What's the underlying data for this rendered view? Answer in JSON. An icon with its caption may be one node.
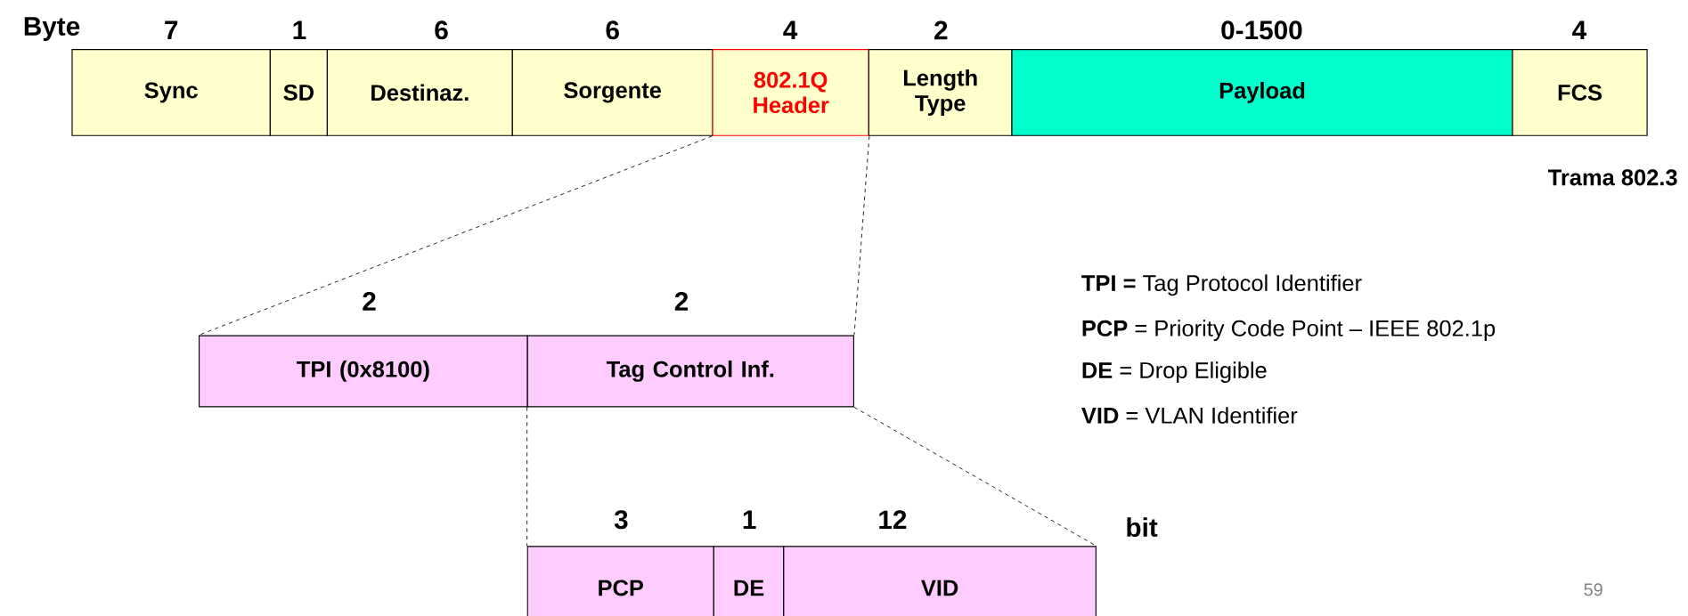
{
  "diagram": {
    "nodes": [
      {
        "text": [
          "Sync"
        ]
      },
      {
        "text": [
          "SD"
        ]
      },
      {
        "text": [
          "Destinaz."
        ]
      },
      {
        "text": [
          "Sorgente"
        ]
      },
      {
        "text": [
          "802.1Q Header"
        ]
      },
      {
        "text": [
          "Length Type"
        ]
      },
      {
        "text": [
          "Payload"
        ]
      },
      {
        "text": [
          "FCS"
        ]
      },
      {
        "text": [
          "TPI (0x8100)"
        ]
      },
      {
        "text": [
          "Tag Control Inf."
        ]
      },
      {
        "text": [
          "PCP"
        ]
      },
      {
        "text": [
          "DE"
        ]
      },
      {
        "text": [
          "VID"
        ]
      }
    ],
    "edges": [
      {
        "from": 4,
        "to": 8,
        "arrow": "none",
        "style": "dashed"
      },
      {
        "from": 4,
        "to": 9,
        "arrow": "none",
        "style": "dashed"
      },
      {
        "from": 9,
        "to": 10,
        "arrow": "none",
        "style": "dashed"
      },
      {
        "from": 9,
        "to": 12,
        "arrow": "none",
        "style": "dashed"
      }
    ],
    "labels": [
      "Byte",
      "7",
      "1",
      "6",
      "6",
      "4",
      "2",
      "0-1500",
      "4",
      "Trama 802.3",
      "2",
      "2",
      "**TPI =** Tag Protocol Identifier",
      "**PCP** = Priority Code Point – IEEE 802.1p",
      "**DE** = Drop Eligible",
      "**VID** = VLAN Identifier",
      "3",
      "1",
      "12",
      "bit",
      "59"
    ]
  }
}
